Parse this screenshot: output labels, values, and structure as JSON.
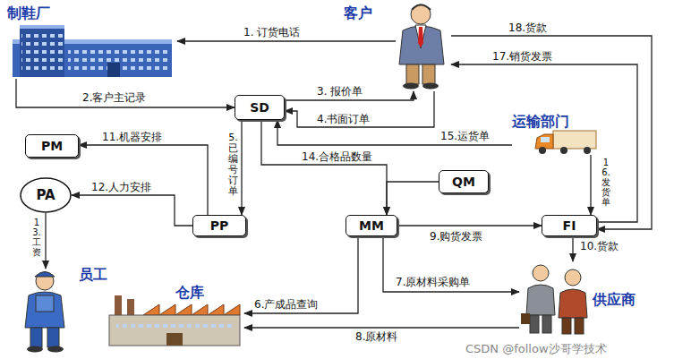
{
  "diagram": {
    "nodes": [
      {
        "text": [
          "制鞋厂"
        ]
      },
      {
        "text": [
          "客户"
        ]
      },
      {
        "text": [
          "SD"
        ]
      },
      {
        "text": [
          "运输部门"
        ]
      },
      {
        "text": [
          "PM"
        ]
      },
      {
        "text": [
          "PA"
        ]
      },
      {
        "text": [
          "PP"
        ]
      },
      {
        "text": [
          "MM"
        ]
      },
      {
        "text": [
          "QM"
        ]
      },
      {
        "text": [
          "FI"
        ]
      },
      {
        "text": [
          "员工"
        ]
      },
      {
        "text": [
          "仓库"
        ]
      },
      {
        "text": [
          "供应商"
        ]
      }
    ],
    "edges": [
      {
        "from": 1,
        "to": 0,
        "label": "1. 订货电话",
        "arrow": "to"
      },
      {
        "from": 0,
        "to": 2,
        "label": "2.客户主记录",
        "arrow": "to"
      },
      {
        "from": 2,
        "to": 1,
        "label": "3. 报价单",
        "arrow": "to"
      },
      {
        "from": 1,
        "to": 2,
        "label": "4.书面订单",
        "arrow": "to"
      },
      {
        "from": 2,
        "to": 6,
        "label": "5.已编号订单",
        "arrow": "to"
      },
      {
        "from": 7,
        "to": 11,
        "label": "6.产成品查询",
        "arrow": "to"
      },
      {
        "from": 7,
        "to": 12,
        "label": "7.原材料采购单",
        "arrow": "to"
      },
      {
        "from": 12,
        "to": 11,
        "label": "8.原材料",
        "arrow": "to"
      },
      {
        "from": 7,
        "to": 9,
        "label": "9.购货发票",
        "arrow": "to"
      },
      {
        "from": 9,
        "to": 12,
        "label": "10.货款",
        "arrow": "to"
      },
      {
        "from": 6,
        "to": 4,
        "label": "11.机器安排",
        "arrow": "to"
      },
      {
        "from": 6,
        "to": 5,
        "label": "12.人力安排",
        "arrow": "to"
      },
      {
        "from": 5,
        "to": 10,
        "label": "13.工资",
        "arrow": "to"
      },
      {
        "from": 2,
        "to": 7,
        "label": "14.合格品数量",
        "arrow": "to"
      },
      {
        "from": 8,
        "to": 7,
        "arrow": "to"
      },
      {
        "from": 3,
        "to": 2,
        "label": "15.运货单",
        "arrow": "to"
      },
      {
        "from": 3,
        "to": 9,
        "label": "16.发货单",
        "arrow": "to"
      },
      {
        "from": 9,
        "to": 1,
        "label": "17.销货发票",
        "arrow": "to"
      },
      {
        "from": 1,
        "to": 9,
        "label": "18.货款",
        "arrow": "to"
      }
    ],
    "labels": [
      "CSDN @follow沙哥学技术"
    ]
  }
}
